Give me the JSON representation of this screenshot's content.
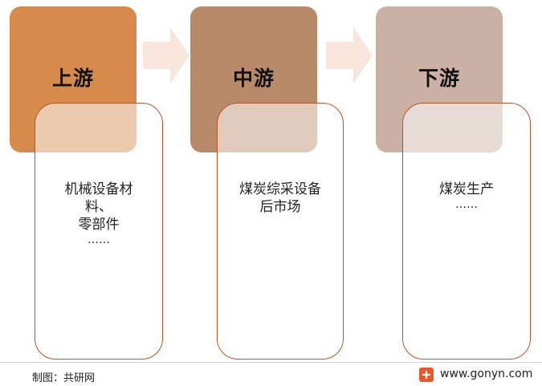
{
  "stages": [
    {
      "title": "上游",
      "color": "#d68b4d",
      "lines": [
        "机械设备材",
        "料、",
        "零部件"
      ],
      "dots": "……"
    },
    {
      "title": "中游",
      "color": "#b88a6a",
      "lines": [
        "煤炭综采设备",
        "后市场"
      ],
      "dots": ""
    },
    {
      "title": "下游",
      "color": "#cbb0a4",
      "lines": [
        "煤炭生产"
      ],
      "dots": "……"
    }
  ],
  "colors": {
    "arrow": "#f8e6dc",
    "box_border": "#b4572a"
  },
  "footer": {
    "credit": "制图：共研网",
    "site": "www.gonyn.com"
  }
}
